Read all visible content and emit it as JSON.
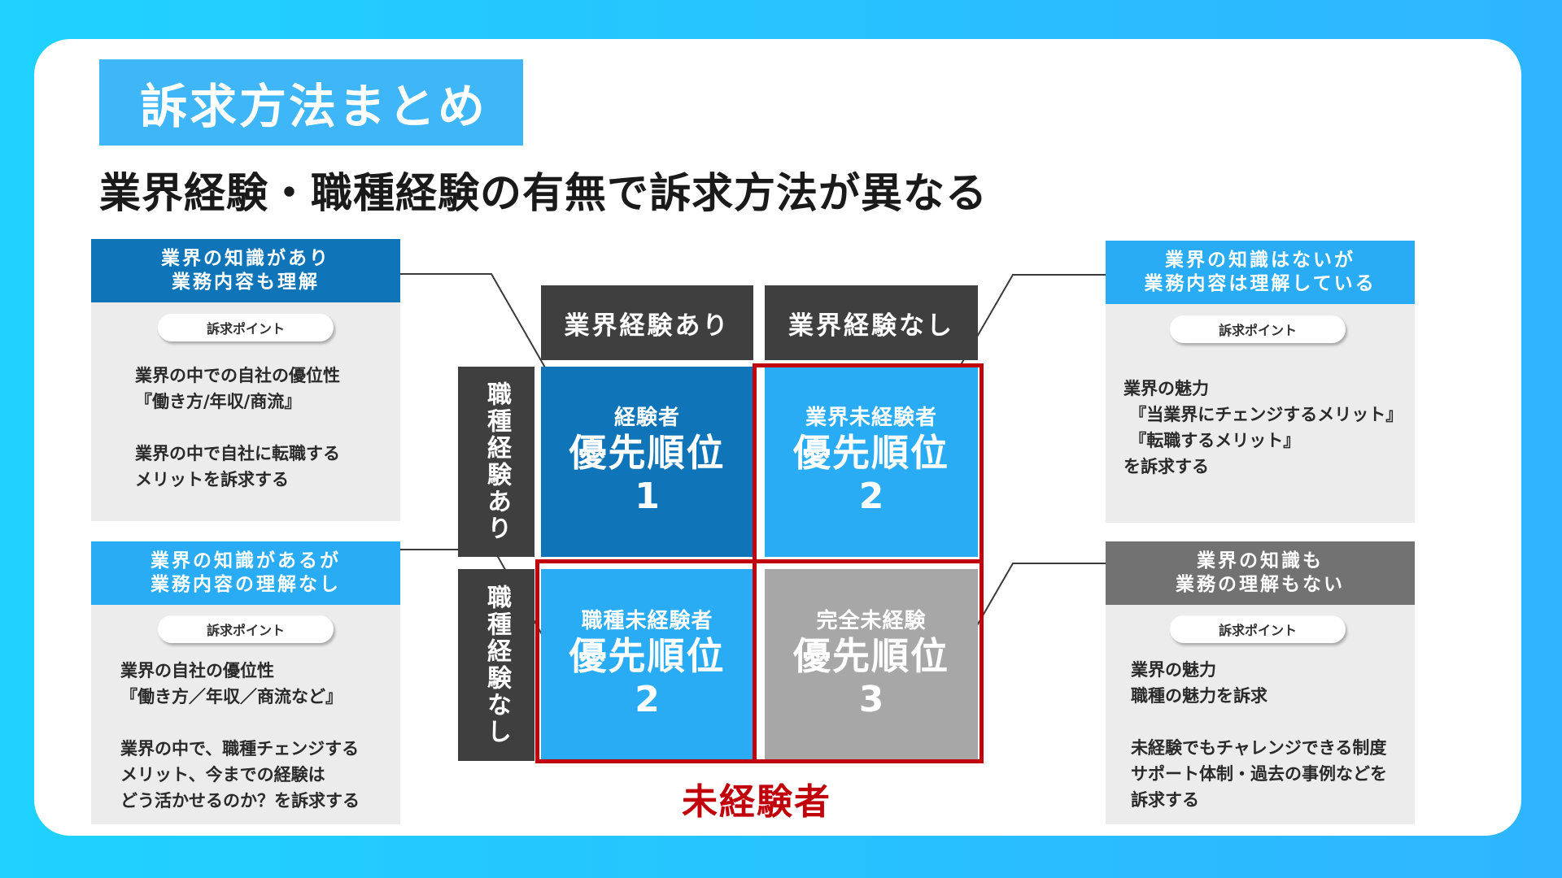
{
  "title": "訴求方法まとめ",
  "subtitle": "業界経験・職種経験の有無で訴求方法が異なる",
  "columns": [
    "業界経験あり",
    "業界経験なし"
  ],
  "rows": [
    "職種経験あり",
    "職種経験なし"
  ],
  "cells": {
    "c1": {
      "label": "経験者",
      "priority": "優先順位",
      "rank": "1"
    },
    "c2": {
      "label": "業界未経験者",
      "priority": "優先順位",
      "rank": "2"
    },
    "c3": {
      "label": "職種未経験者",
      "priority": "優先順位",
      "rank": "2"
    },
    "c4": {
      "label": "完全未経験",
      "priority": "優先順位",
      "rank": "3"
    }
  },
  "unexperienced_label": "未経験者",
  "panels": {
    "top_left": {
      "head": [
        "業界の知識があり",
        "業務内容も理解"
      ],
      "pill": "訴求ポイント",
      "body1": [
        "業界の中での自社の優位性",
        "『働き方/年収/商流』"
      ],
      "body2": [
        "業界の中で自社に転職する",
        "メリットを訴求する"
      ]
    },
    "bottom_left": {
      "head": [
        "業界の知識があるが",
        "業務内容の理解なし"
      ],
      "pill": "訴求ポイント",
      "body1": [
        "業界の自社の優位性",
        "『働き方／年収／商流など』"
      ],
      "body2": [
        "業界の中で、職種チェンジする",
        "メリット、今までの経験は",
        "どう活かせるのか？を訴求する"
      ]
    },
    "top_right": {
      "head": [
        "業界の知識はないが",
        "業務内容は理解している"
      ],
      "pill": "訴求ポイント",
      "body1": [
        "業界の魅力",
        " 『当業界にチェンジするメリット』",
        " 『転職するメリット』",
        "を訴求する"
      ]
    },
    "bottom_right": {
      "head": [
        "業界の知識も",
        "業務の理解もない"
      ],
      "pill": "訴求ポイント",
      "body1": [
        "業界の魅力",
        "職種の魅力を訴求"
      ],
      "body2": [
        "未経験でもチャレンジできる制度",
        "サポート体制・過去の事例などを",
        "訴求する"
      ]
    }
  },
  "colors": {
    "dark_blue": "#0f75b8",
    "light_blue": "#2aacf5",
    "gray": "#a7a7a7",
    "dark_gray_head": "#727272",
    "red": "#c0000b",
    "label_bg": "#3f3f3f"
  }
}
